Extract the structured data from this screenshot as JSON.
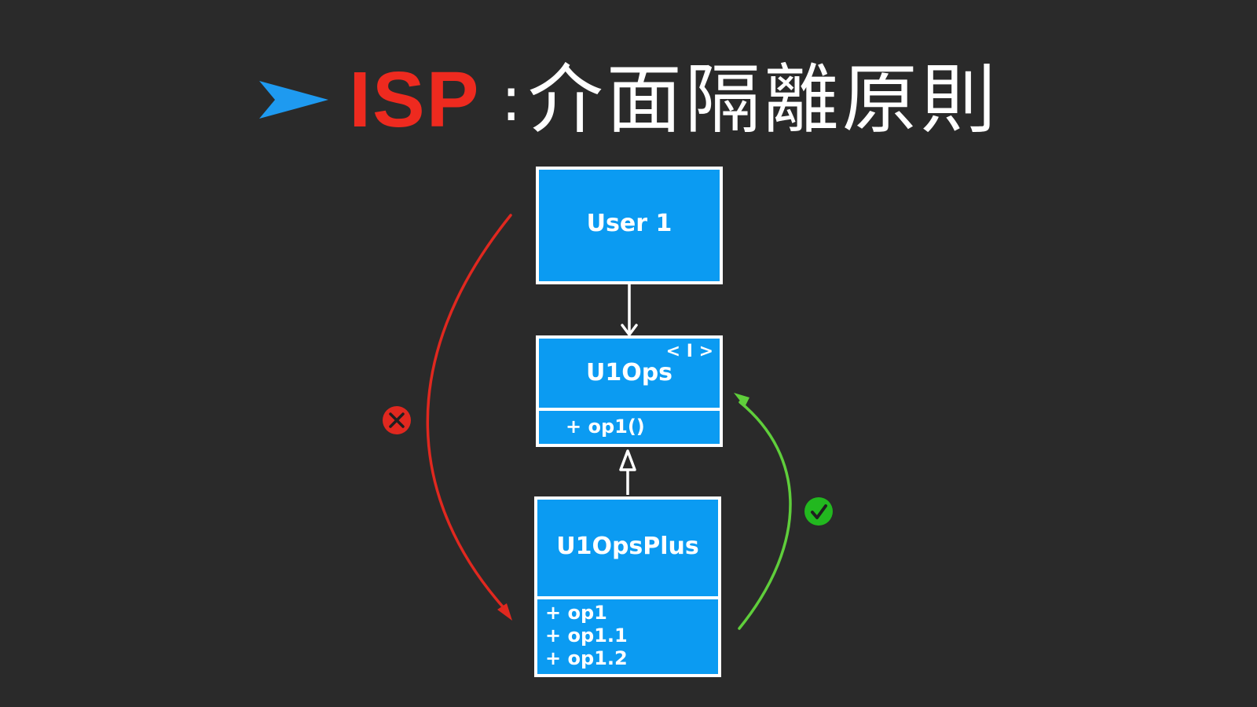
{
  "title": {
    "acronym": "ISP",
    "separator": ":",
    "chinese": "介面隔離原則"
  },
  "boxes": {
    "user": {
      "name": "User 1"
    },
    "interface": {
      "name": "U1Ops",
      "stereotype": "< I >",
      "operations": [
        "+ op1()"
      ]
    },
    "impl": {
      "name": "U1OpsPlus",
      "operations": [
        "+ op1",
        "+ op1.1",
        "+ op1.2"
      ]
    }
  },
  "colors": {
    "background": "#2a2a2a",
    "box_fill": "#0b9bf2",
    "acronym": "#ee2a1f",
    "title_arrow": "#1e9af0",
    "bad_arrow": "#e0281f",
    "good_arrow": "#5fce3b",
    "bad_badge": "#e0281f",
    "good_badge": "#22b81f",
    "text": "#ffffff"
  },
  "icons": {
    "title": "paper-plane-arrow-icon",
    "bad": "x-circle-icon",
    "good": "check-circle-icon"
  }
}
